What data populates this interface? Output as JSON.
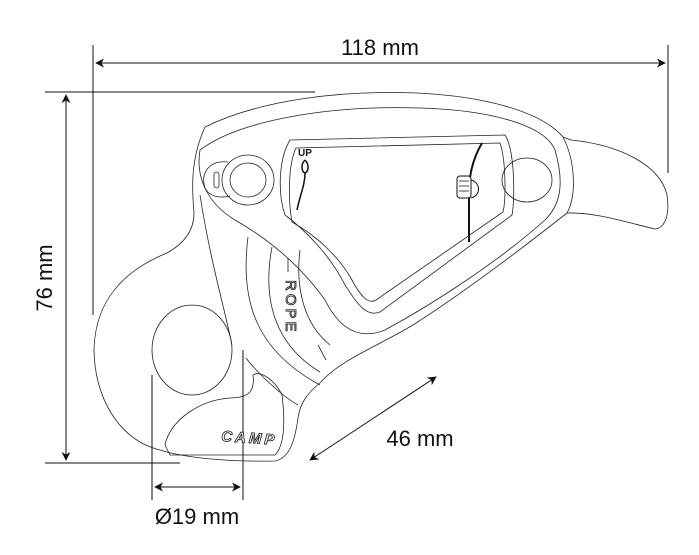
{
  "dimensions": {
    "width": "118 mm",
    "height": "76 mm",
    "hole_diameter": "Ø19 mm",
    "rope_length": "46 mm"
  },
  "device_markings": {
    "brand": "CAMP",
    "up_label": "UP",
    "rope_label": "ROPE"
  },
  "colors": {
    "line": "#111111",
    "background": "#ffffff"
  }
}
